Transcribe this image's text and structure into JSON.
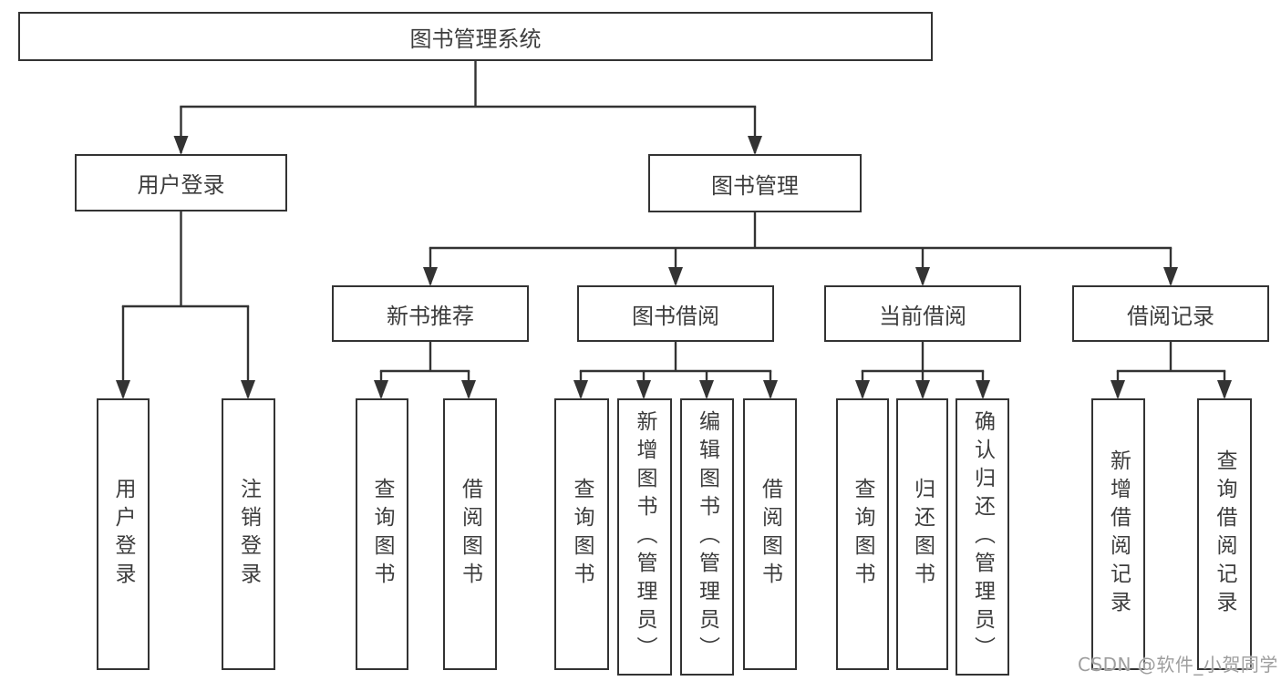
{
  "diagram": {
    "root": {
      "label": "图书管理系统"
    },
    "branches": [
      {
        "label": "用户登录",
        "children": [
          {
            "label": "用户登录"
          },
          {
            "label": "注销登录"
          }
        ]
      },
      {
        "label": "图书管理",
        "children": [
          {
            "label": "新书推荐",
            "children": [
              {
                "label": "查询图书"
              },
              {
                "label": "借阅图书"
              }
            ]
          },
          {
            "label": "图书借阅",
            "children": [
              {
                "label": "查询图书"
              },
              {
                "label": "新增图书（管理员）"
              },
              {
                "label": "编辑图书（管理员）"
              },
              {
                "label": "借阅图书"
              }
            ]
          },
          {
            "label": "当前借阅",
            "children": [
              {
                "label": "查询图书"
              },
              {
                "label": "归还图书"
              },
              {
                "label": "确认归还（管理员）"
              }
            ]
          },
          {
            "label": "借阅记录",
            "children": [
              {
                "label": "新增借阅记录"
              },
              {
                "label": "查询借阅记录"
              }
            ]
          }
        ]
      }
    ]
  },
  "watermark": "CSDN @软件_小贺同学",
  "colors": {
    "line": "#333333",
    "text": "#3d3d3d",
    "watermark": "#9e9e9e",
    "background": "#ffffff"
  }
}
